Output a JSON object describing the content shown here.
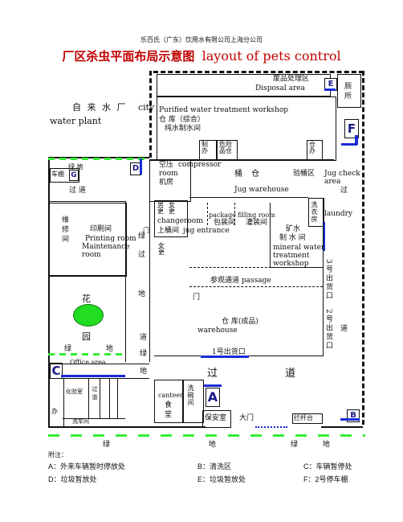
{
  "header": {
    "company": "乐百氏（广东）饮用水有限公司上海分公司",
    "title_cn": "厂区杀虫平面布局示意图",
    "title_en": "layout of pets control"
  },
  "zones": {
    "waste_cn": "废品处理区",
    "disposal_area": "Disposal area",
    "toilet": "厕所",
    "city_water_cn": "自 来 水 厂",
    "city_water_en1": "city",
    "city_water_en2": "water plant",
    "purified_en": "Purified water treatment workshop",
    "purified_cn1": "仓 库（综合）",
    "purified_cn2": "纯水制水间",
    "zhiban": "制办",
    "weixianpin": "危险品仓",
    "cangban": "仓办",
    "compressor_cn": "空压",
    "compressor_en": "compressor",
    "compressor_room": "room",
    "jifang": "机房",
    "garage": "车棚",
    "corridor_top": "绿 地",
    "guodao": "过 道",
    "bucket_cn": "桶 仓",
    "bucket_en": "Jug warehouse",
    "jug_check_cn": "验桶区",
    "jug_check_en1": "Jug check",
    "jug_check_en2": "area",
    "guo": "过",
    "laundry_cn": "洗衣房",
    "laundry_en": "laundry",
    "maintenance_cn": "维修间",
    "printing_cn": "印刷间",
    "printing_en": "Printing room",
    "maintenance_en1": "Maintenance",
    "maintenance_en2": "room",
    "green_lv": "绿",
    "men": "门",
    "guodi": "过",
    "di": "地",
    "male_change": "男更",
    "female_change": "女更",
    "changeroom": "changeroom",
    "upper_bucket": "上桶间",
    "jug_entrance": "jug entrance",
    "package_en": "package",
    "package_cn": "包装间",
    "filling_en": "filling room",
    "filling_cn": "灌装间",
    "mineral_cn1": "矿水",
    "mineral_cn2": "制 水 间",
    "mineral_en1": "mineral  water",
    "mineral_en2": "treatment",
    "mineral_en3": "workshop",
    "female_more": "女更",
    "door3_cn": "3号出货口",
    "passage": "参观通道 passage",
    "door_mid": "门",
    "flower_cn1": "花",
    "flower_cn2": "园",
    "warehouse_cn": "仓 库(成品)",
    "warehouse_en": "warehouse",
    "door2_cn": "2号出货口",
    "dao": "道",
    "door1": "1号出货口",
    "green_bottom_left": "绿 地",
    "office_area": "Office area",
    "canteen_cn": "食堂",
    "canteen_en": "canteen",
    "wash_cn": "洗碗间",
    "guard": "保安室",
    "gate": "大门",
    "barrier": "拦杆台",
    "corridor_big": "过 道",
    "office_small": "化验室",
    "ban": "办",
    "guo_dao2": "过道",
    "wash_gate": "洗车间",
    "lv_di_bottom": "绿 地",
    "lv_di_right": "绿 地"
  },
  "labels": {
    "A": "A",
    "B": "B",
    "C": "C",
    "D": "D",
    "E": "E",
    "F": "F",
    "G": "G"
  },
  "legend": {
    "heading": "附注：",
    "A": "A：外来车辆暂时停放处",
    "B": "B：清洗区",
    "C": "C：车辆暂停处",
    "D": "D：垃圾暂放处",
    "E": "E：垃圾暂放处",
    "F": "F：2号停车棚"
  },
  "colors": {
    "accent_blue": "#1a2bd6",
    "green_dash": "#33ee33",
    "title_red": "#c00000"
  }
}
